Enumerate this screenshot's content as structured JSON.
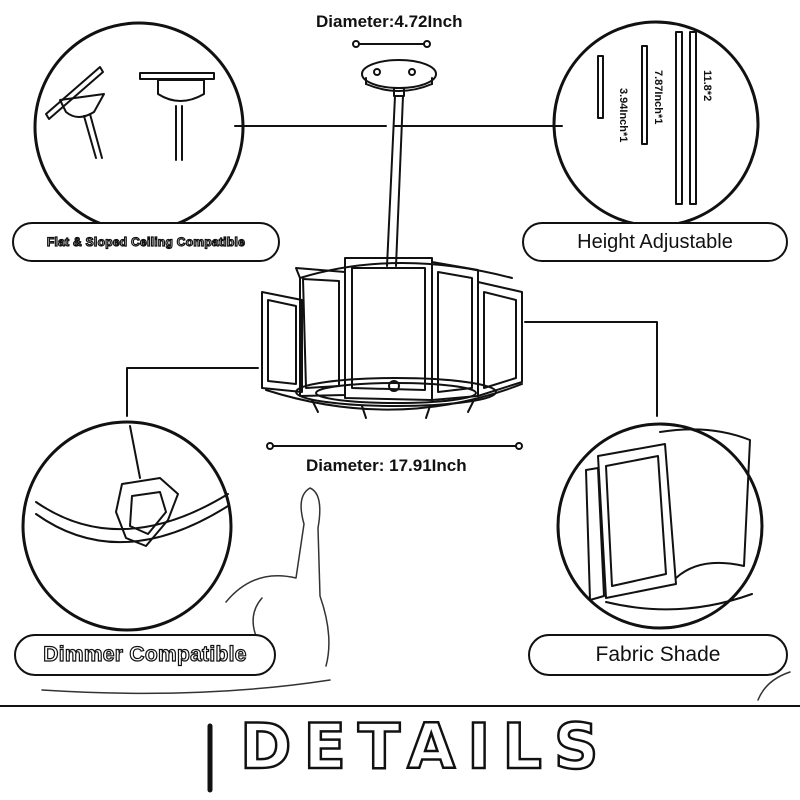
{
  "dimensions": {
    "canopy_diameter": "Diameter:4.72Inch",
    "shade_diameter": "Diameter: 17.91Inch"
  },
  "features": {
    "ceiling": "Flat & Sloped Ceiling Compatible",
    "height": "Height Adjustable",
    "dimmer": "Dimmer Compatible",
    "shade": "Fabric Shade"
  },
  "rods": [
    "3.94Inch*1",
    "7.87Inch*1",
    "11.8*2"
  ],
  "footer": {
    "title": "DETAILS"
  }
}
